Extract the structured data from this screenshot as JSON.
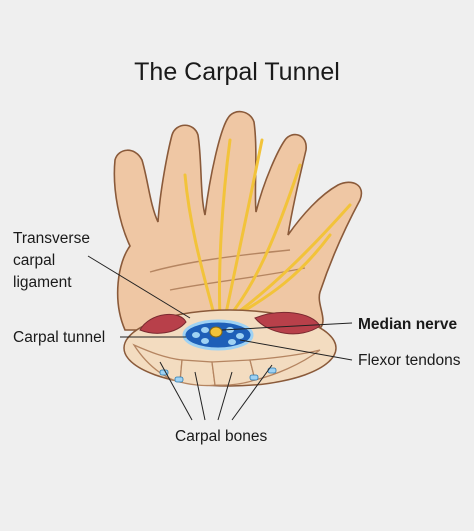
{
  "title": "The Carpal Tunnel",
  "labels": {
    "transverse_carpal_ligament": [
      "Transverse",
      "carpal",
      "ligament"
    ],
    "carpal_tunnel": "Carpal tunnel",
    "median_nerve": "Median nerve",
    "flexor_tendons": "Flexor tendons",
    "carpal_bones": "Carpal bones"
  },
  "colors": {
    "background": "#efefef",
    "skin": "#efc7a4",
    "skin_outline": "#8a5a3a",
    "nerve": "#f2c33a",
    "muscle": "#b8404a",
    "bone": "#f3dcc0",
    "tunnel": "#1e5fb8",
    "tunnel_light": "#9fd2f3",
    "leader_line": "#222222"
  }
}
